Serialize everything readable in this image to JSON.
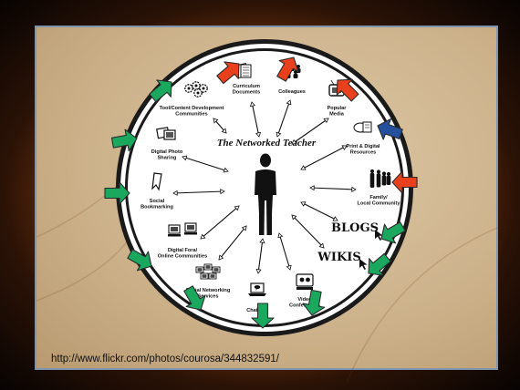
{
  "diagram": {
    "title": "The Networked Teacher",
    "nodes": [
      {
        "id": "curriculum",
        "lines": [
          "Curriculum",
          "Documents"
        ],
        "icon": "documents-icon",
        "arrow": "red"
      },
      {
        "id": "colleagues",
        "lines": [
          "Colleagues"
        ],
        "icon": "people-group-icon",
        "arrow": "red"
      },
      {
        "id": "popular-media",
        "lines": [
          "Popular",
          "Media"
        ],
        "icon": "television-icon",
        "arrow": "red"
      },
      {
        "id": "print-digital",
        "lines": [
          "Print & Digital",
          "Resources"
        ],
        "icon": "books-icon",
        "arrow": "blue"
      },
      {
        "id": "family",
        "lines": [
          "Family/",
          "Local Community"
        ],
        "icon": "family-icon",
        "arrow": "red"
      },
      {
        "id": "blogs",
        "lines": [
          "BLOGS"
        ],
        "icon": "cursor-icon",
        "arrow": "green"
      },
      {
        "id": "wikis",
        "lines": [
          "WIKIS"
        ],
        "icon": "cursor-icon",
        "arrow": "green"
      },
      {
        "id": "video",
        "lines": [
          "Video",
          "Conferences"
        ],
        "icon": "video-conference-icon",
        "arrow": "green"
      },
      {
        "id": "chat",
        "lines": [
          "Chat/IRC"
        ],
        "icon": "laptop-chat-icon",
        "arrow": "green"
      },
      {
        "id": "social-net",
        "lines": [
          "Social Networking",
          "Services"
        ],
        "icon": "network-computers-icon",
        "arrow": "green"
      },
      {
        "id": "fora",
        "lines": [
          "Digital Fora/",
          "Online Communities"
        ],
        "icon": "forum-computers-icon",
        "arrow": "green"
      },
      {
        "id": "bookmarking",
        "lines": [
          "Social",
          "Bookmarking"
        ],
        "icon": "bookmark-icon",
        "arrow": "green"
      },
      {
        "id": "photo",
        "lines": [
          "Digital Photo",
          "Sharing"
        ],
        "icon": "photos-icon",
        "arrow": "green"
      },
      {
        "id": "tool-dev",
        "lines": [
          "Tool/Content Development",
          "Communities"
        ],
        "icon": "gears-icon",
        "arrow": "green"
      }
    ]
  },
  "caption": "http://www.flickr.com/photos/courosa/344832591/",
  "colors": {
    "red": "#e8401c",
    "green": "#1aa75e",
    "blue": "#24509e",
    "panel": "#d4bd98",
    "frame": "#7f95ad"
  }
}
